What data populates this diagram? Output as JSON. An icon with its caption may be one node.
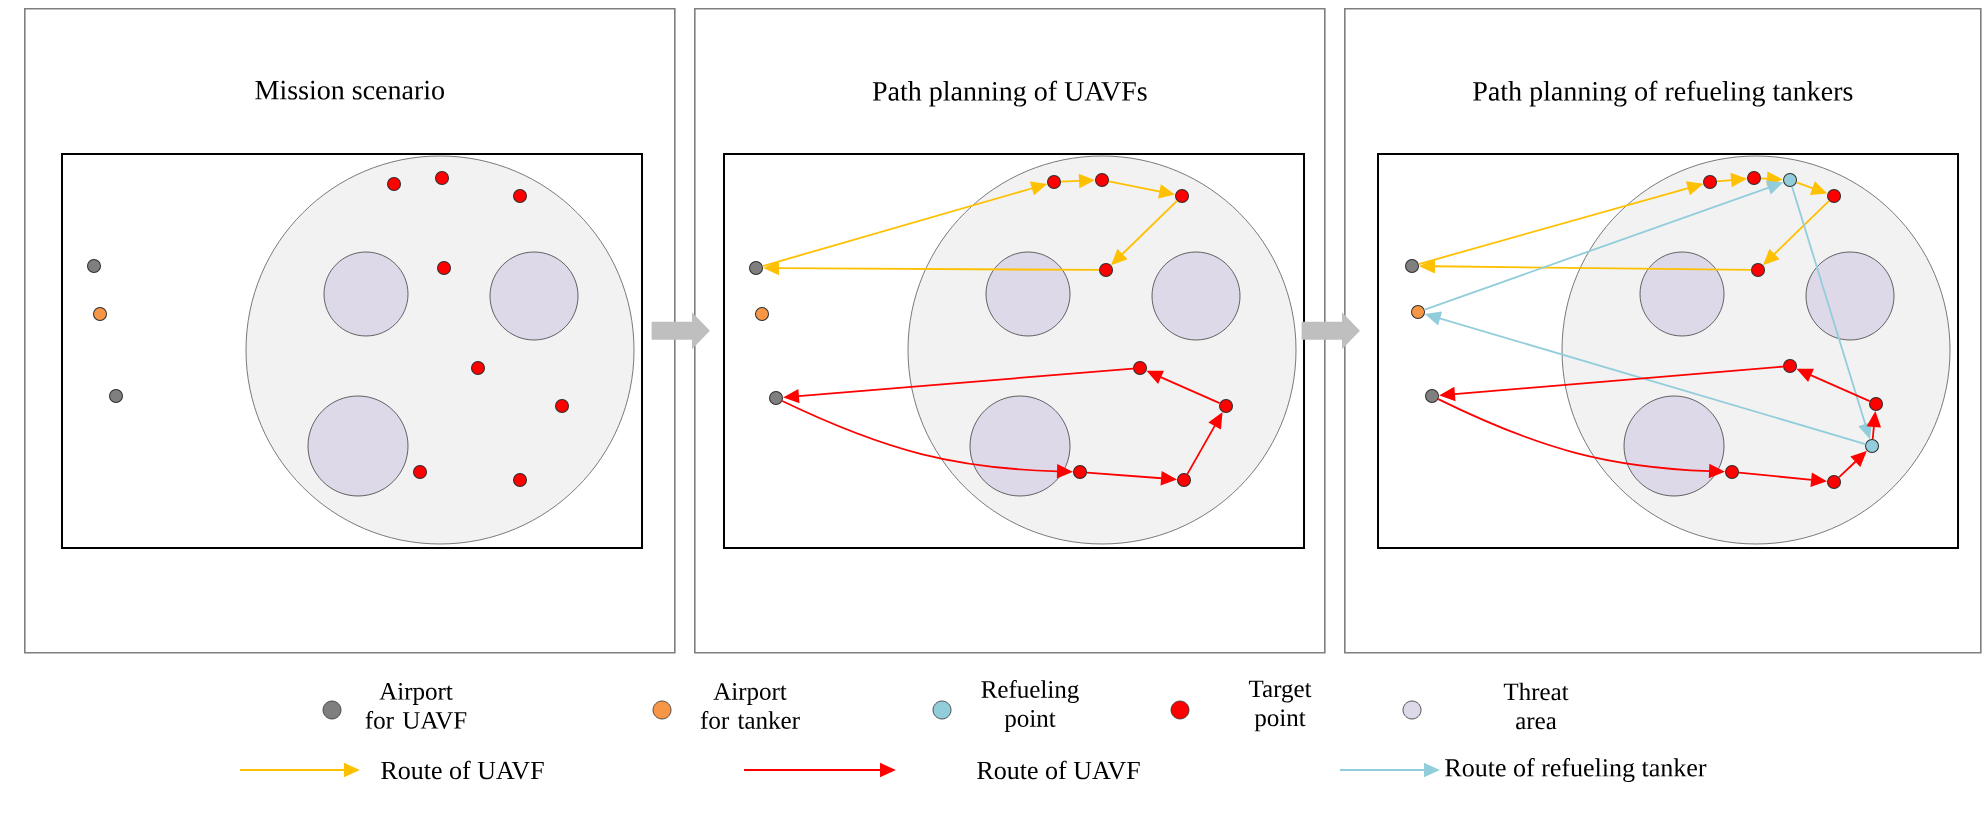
{
  "diagram": {
    "nodes": [
      {
        "text": [
          "Mission scenario"
        ]
      },
      {
        "text": [
          "Path planning of UAVFs"
        ]
      },
      {
        "text": [
          "Path planning of refueling tankers"
        ]
      },
      {
        "text": [],
        "shape": "circle",
        "in": 0
      },
      {
        "text": [],
        "shape": "circle",
        "in": 0
      },
      {
        "text": [],
        "shape": "circle",
        "in": 0
      },
      {
        "text": [],
        "shape": "circle",
        "in": 0
      },
      {
        "text": [],
        "shape": "circle",
        "in": 0
      },
      {
        "text": [],
        "shape": "circle",
        "in": 0
      },
      {
        "text": [],
        "shape": "circle",
        "in": 0
      },
      {
        "text": [],
        "shape": "circle",
        "in": 0
      },
      {
        "text": [],
        "shape": "circle",
        "in": 0
      },
      {
        "text": [],
        "shape": "circle",
        "in": 0
      },
      {
        "text": [],
        "shape": "circle",
        "in": 0
      },
      {
        "text": [],
        "shape": "circle",
        "in": 1
      },
      {
        "text": [],
        "shape": "circle",
        "in": 1
      },
      {
        "text": [],
        "shape": "circle",
        "in": 1
      },
      {
        "text": [],
        "shape": "circle",
        "in": 1
      },
      {
        "text": [],
        "shape": "circle",
        "in": 1
      },
      {
        "text": [],
        "shape": "circle",
        "in": 1
      },
      {
        "text": [],
        "shape": "circle",
        "in": 1
      },
      {
        "text": [],
        "shape": "circle",
        "in": 1
      },
      {
        "text": [],
        "shape": "circle",
        "in": 1
      },
      {
        "text": [],
        "shape": "circle",
        "in": 1
      },
      {
        "text": [],
        "shape": "circle",
        "in": 1
      },
      {
        "text": [],
        "shape": "circle",
        "in": 2
      },
      {
        "text": [],
        "shape": "circle",
        "in": 2
      },
      {
        "text": [],
        "shape": "circle",
        "in": 2
      },
      {
        "text": [],
        "shape": "circle",
        "in": 2
      },
      {
        "text": [],
        "shape": "circle",
        "in": 2
      },
      {
        "text": [],
        "shape": "circle",
        "in": 2
      },
      {
        "text": [],
        "shape": "circle",
        "in": 2
      },
      {
        "text": [],
        "shape": "circle",
        "in": 2
      },
      {
        "text": [],
        "shape": "circle",
        "in": 2
      },
      {
        "text": [],
        "shape": "circle",
        "in": 2
      },
      {
        "text": [],
        "shape": "circle",
        "in": 2
      },
      {
        "text": [],
        "shape": "circle",
        "in": 2
      },
      {
        "text": [],
        "shape": "circle",
        "in": 2
      }
    ],
    "edges": [
      {
        "from": 0,
        "to": 1,
        "arrow": "to",
        "style": "thick",
        "color": "#bfbfbf"
      },
      {
        "from": 1,
        "to": 2,
        "arrow": "to",
        "style": "thick",
        "color": "#bfbfbf"
      },
      {
        "from": 14,
        "to": 17,
        "arrow": "to",
        "color": "#ffc000"
      },
      {
        "from": 17,
        "to": 18,
        "arrow": "to",
        "color": "#ffc000"
      },
      {
        "from": 18,
        "to": 19,
        "arrow": "to",
        "color": "#ffc000"
      },
      {
        "from": 19,
        "to": 20,
        "arrow": "to",
        "color": "#ffc000"
      },
      {
        "from": 20,
        "to": 14,
        "arrow": "to",
        "color": "#ffc000"
      },
      {
        "from": 16,
        "to": 23,
        "arrow": "to",
        "color": "#ff0000"
      },
      {
        "from": 23,
        "to": 24,
        "arrow": "to",
        "color": "#ff0000"
      },
      {
        "from": 24,
        "to": 22,
        "arrow": "to",
        "color": "#ff0000"
      },
      {
        "from": 22,
        "to": 21,
        "arrow": "to",
        "color": "#ff0000"
      },
      {
        "from": 21,
        "to": 16,
        "arrow": "to",
        "color": "#ff0000"
      },
      {
        "from": 25,
        "to": 28,
        "arrow": "to",
        "color": "#ffc000"
      },
      {
        "from": 28,
        "to": 29,
        "arrow": "to",
        "color": "#ffc000"
      },
      {
        "from": 29,
        "to": 30,
        "arrow": "to",
        "color": "#ffc000"
      },
      {
        "from": 30,
        "to": 31,
        "arrow": "to",
        "color": "#ffc000"
      },
      {
        "from": 31,
        "to": 32,
        "arrow": "to",
        "color": "#ffc000"
      },
      {
        "from": 32,
        "to": 25,
        "arrow": "to",
        "color": "#ffc000"
      },
      {
        "from": 26,
        "to": 30,
        "arrow": "to",
        "color": "#92cddc"
      },
      {
        "from": 30,
        "to": 35,
        "arrow": "to",
        "color": "#92cddc"
      },
      {
        "from": 35,
        "to": 26,
        "arrow": "to",
        "color": "#92cddc"
      },
      {
        "from": 27,
        "to": 36,
        "arrow": "to",
        "color": "#ff0000"
      },
      {
        "from": 36,
        "to": 37,
        "arrow": "to",
        "color": "#ff0000"
      },
      {
        "from": 37,
        "to": 35,
        "arrow": "to",
        "color": "#ff0000"
      },
      {
        "from": 35,
        "to": 34,
        "arrow": "to",
        "color": "#ff0000"
      },
      {
        "from": 34,
        "to": 33,
        "arrow": "to",
        "color": "#ff0000"
      },
      {
        "from": 33,
        "to": 27,
        "arrow": "to",
        "color": "#ff0000"
      }
    ],
    "legend": [
      {
        "text": "Airport for UAVF",
        "color": "#7f7f7f"
      },
      {
        "text": "Airport for tanker",
        "color": "#f79646"
      },
      {
        "text": "Refueling point",
        "color": "#92cddc"
      },
      {
        "text": "Target point",
        "color": "#ff0000"
      },
      {
        "text": "Threat area",
        "color": "#ddd9e8"
      },
      {
        "text": "Route of UAVF"
      },
      {
        "text": "Route of UAVF"
      },
      {
        "text": "Route of refueling tanker"
      }
    ]
  }
}
